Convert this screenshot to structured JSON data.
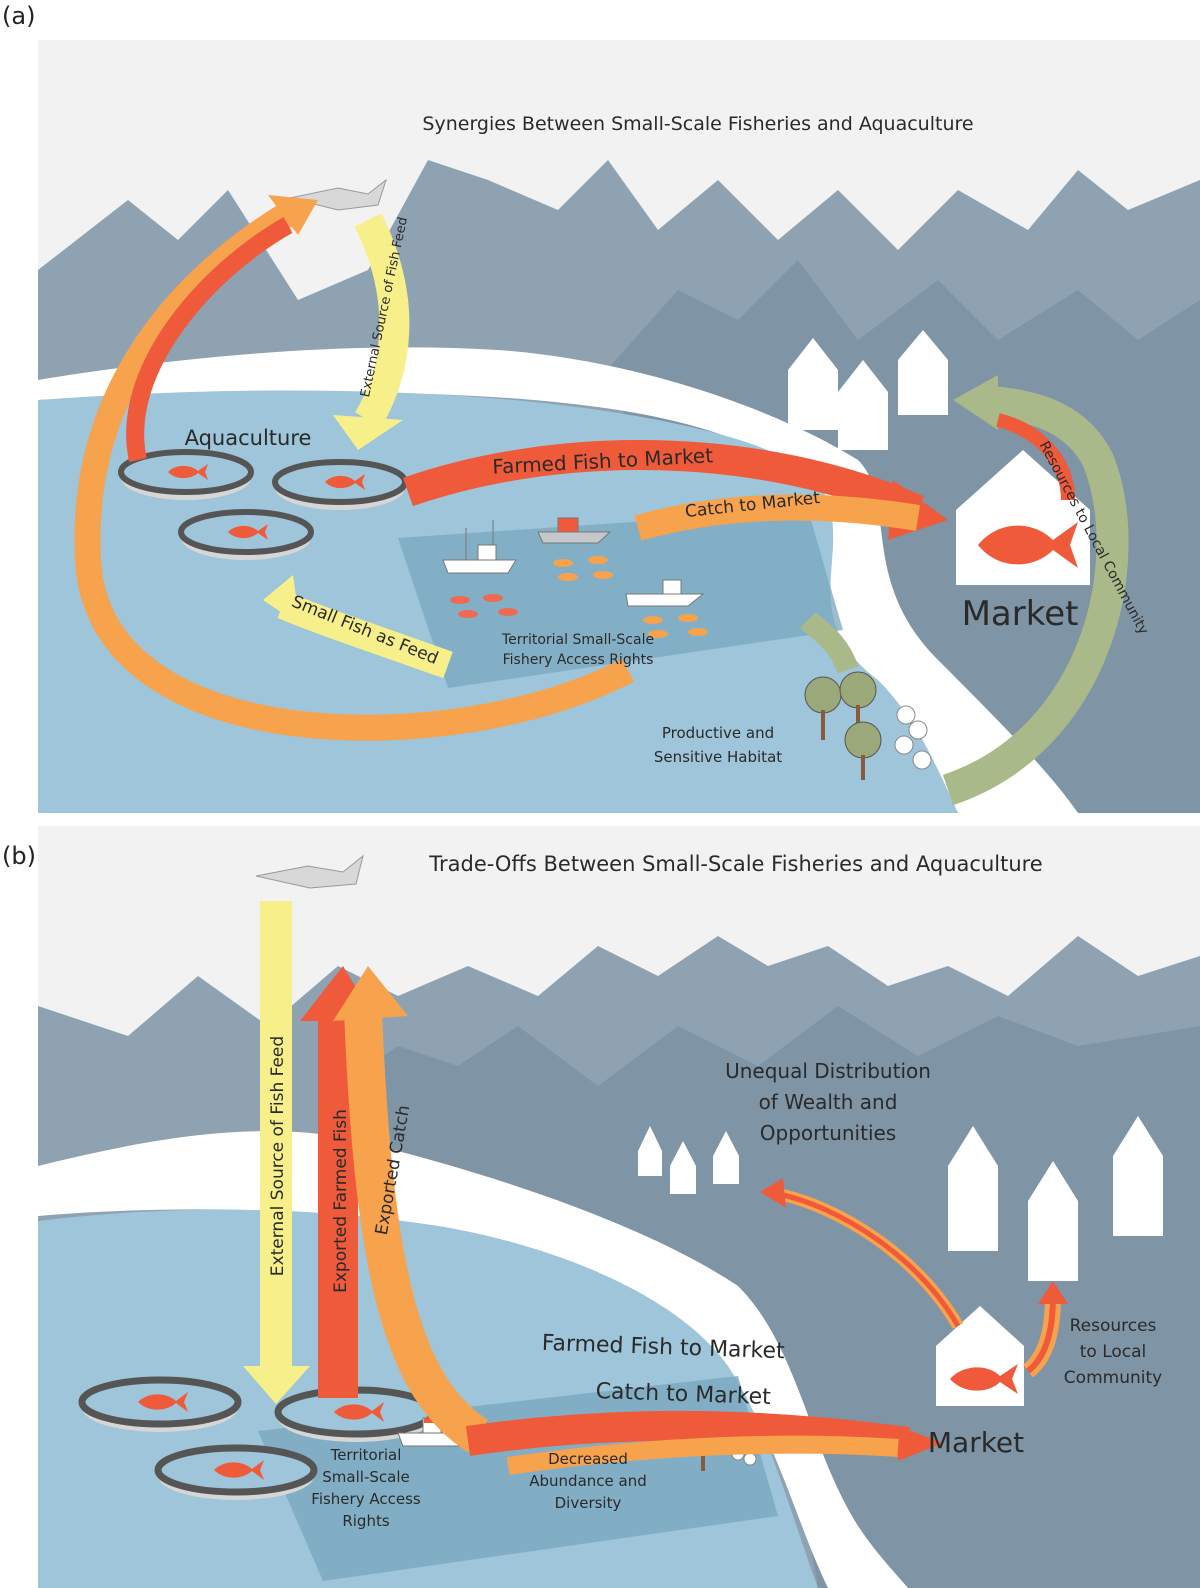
{
  "panel_a": {
    "letter": "(a)",
    "title": "Synergies Between Small-Scale Fisheries and Aquaculture",
    "labels": {
      "aquaculture": "Aquaculture",
      "external_feed": "External Source of Fish Feed",
      "farmed_fish_to_market": "Farmed Fish to Market",
      "catch_to_market": "Catch to Market",
      "small_fish_as_feed": "Small Fish as Feed",
      "territorial_line1": "Territorial Small-Scale",
      "territorial_line2": "Fishery Access Rights",
      "habitat_line1": "Productive and",
      "habitat_line2": "Sensitive Habitat",
      "market": "Market",
      "resources": "Resources to Local Community"
    }
  },
  "panel_b": {
    "letter": "(b)",
    "title": "Trade-Offs Between Small-Scale Fisheries and Aquaculture",
    "labels": {
      "external_feed": "External Source of Fish Feed",
      "exported_farmed_fish": "Exported Farmed Fish",
      "exported_catch": "Exported Catch",
      "unequal_line1": "Unequal Distribution",
      "unequal_line2": "of Wealth and",
      "unequal_line3": "Opportunities",
      "farmed_fish_to_market": "Farmed Fish to Market",
      "catch_to_market": "Catch to Market",
      "territorial_line1": "Territorial",
      "territorial_line2": "Small-Scale",
      "territorial_line3": "Fishery Access",
      "territorial_line4": "Rights",
      "decreased_line1": "Decreased",
      "decreased_line2": "Abundance and",
      "decreased_line3": "Diversity",
      "market": "Market",
      "resources_line1": "Resources",
      "resources_line2": "to Local",
      "resources_line3": "Community"
    }
  },
  "colors": {
    "mountain_back": "#8ea2b2",
    "mountain_front": "#7f95a6",
    "water": "#9ec5d9",
    "territory": "#7aa7bf",
    "red_arrow": "#ee5a3a",
    "orange_arrow": "#f7a24d",
    "yellow_arrow": "#f7f08a",
    "green_arrow": "#a9b98a",
    "fish": "#ee5a3a",
    "small_fish": "#f7a24d"
  }
}
